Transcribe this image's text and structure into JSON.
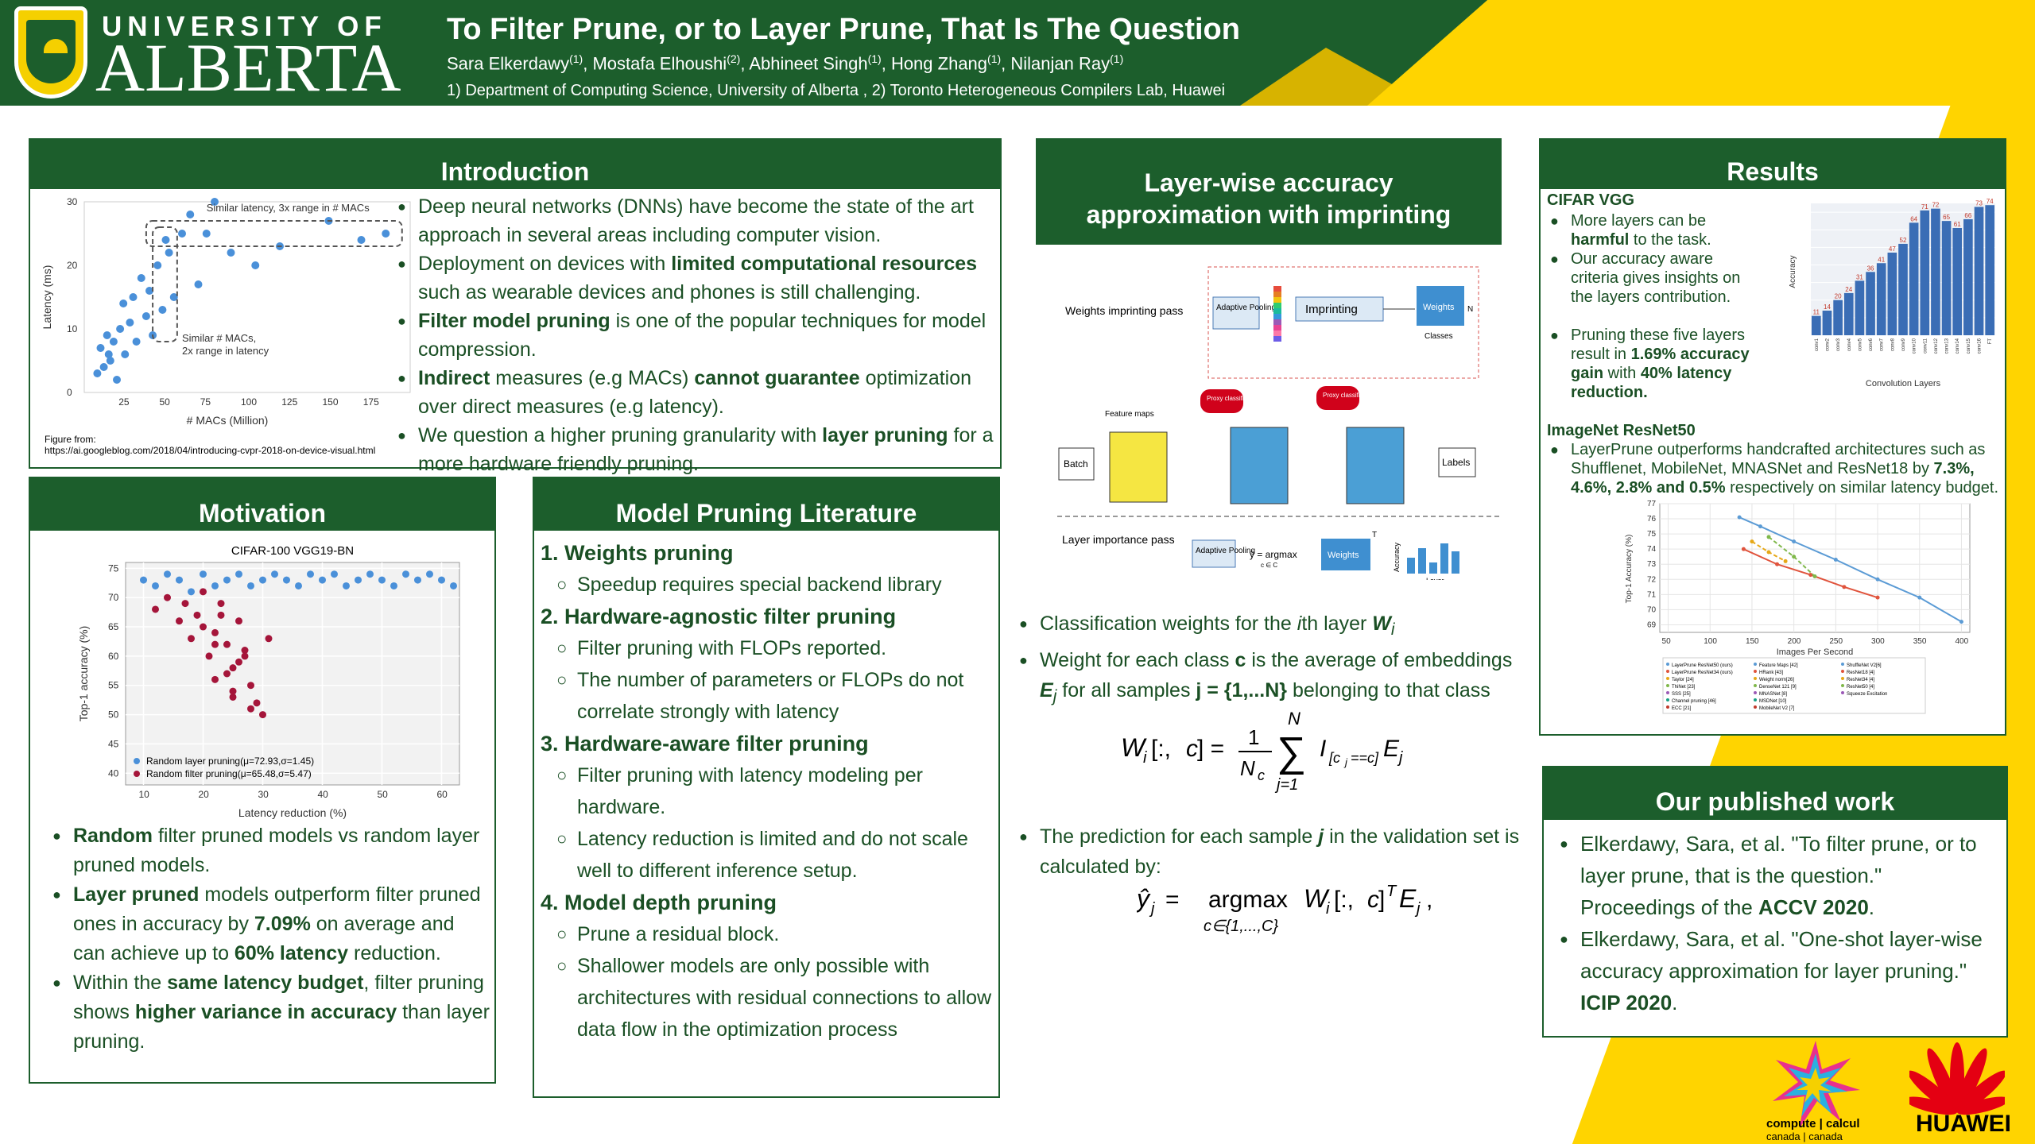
{
  "header": {
    "univ_top": "UNIVERSITY OF",
    "univ_bottom": "ALBERTA",
    "title": "To Filter Prune, or to Layer Prune, That Is The Question",
    "authors": [
      {
        "name": "Sara Elkerdawy",
        "sup": "(1)"
      },
      {
        "name": "Mostafa Elhoushi",
        "sup": "(2)"
      },
      {
        "name": "Abhineet Singh",
        "sup": "(1)"
      },
      {
        "name": "Hong Zhang",
        "sup": "(1)"
      },
      {
        "name": "Nilanjan Ray",
        "sup": "(1)"
      }
    ],
    "affiliations": "1) Department of Computing Science, University of Alberta , 2) Toronto Heterogeneous Compilers Lab, Huawei"
  },
  "intro": {
    "heading": "Introduction",
    "figure_source_label": "Figure from:",
    "figure_source_url": "https://ai.googleblog.com/2018/04/introducing-cvpr-2018-on-device-visual.html",
    "bullets": [
      {
        "t1": "Deep neural networks (DNNs) have become the state of the art approach in several areas including computer vision.",
        "b1": "",
        "t2": "",
        "b2": "",
        "t3": ""
      },
      {
        "t1": "Deployment on devices with ",
        "b1": "limited computational resources",
        "t2": " such as wearable devices and phones is still challenging.",
        "b2": "",
        "t3": ""
      },
      {
        "t1": "",
        "b1": "Filter model pruning",
        "t2": " is one of the popular techniques for model compression.",
        "b2": "",
        "t3": ""
      },
      {
        "t1": "",
        "b1": "Indirect",
        "t2": " measures (e.g MACs) ",
        "b2": "cannot guarantee",
        "t3": " optimization over direct measures (e.g latency)."
      },
      {
        "t1": "We question a higher pruning granularity with ",
        "b1": "layer pruning",
        "t2": " for a more hardware friendly pruning.",
        "b2": "",
        "t3": ""
      }
    ]
  },
  "motivation": {
    "heading": "Motivation",
    "bullets": [
      {
        "t1": "",
        "b1": "Random",
        "t2": " filter pruned models vs random layer pruned models.",
        "b2": "",
        "t3": "",
        "b3": "",
        "t4": ""
      },
      {
        "t1": "",
        "b1": "Layer pruned",
        "t2": " models outperform filter pruned ones in accuracy by ",
        "b2": "7.09%",
        "t3": " on average and can achieve up to ",
        "b3": "60% latency",
        "t4": " reduction."
      },
      {
        "t1": "Within the ",
        "b1": "same latency budget",
        "t2": ", filter pruning shows ",
        "b2": "higher variance in accuracy",
        "t3": " than layer pruning.",
        "b3": "",
        "t4": ""
      }
    ]
  },
  "literature": {
    "heading": "Model Pruning Literature",
    "sections": [
      {
        "title": "1. Weights pruning",
        "items": [
          "Speedup requires special backend library"
        ]
      },
      {
        "title": "2. Hardware-agnostic filter pruning",
        "items": [
          "Filter pruning with FLOPs reported.",
          "The number of parameters or FLOPs do not correlate strongly with latency"
        ]
      },
      {
        "title": "3. Hardware-aware filter pruning",
        "items": [
          "Filter pruning with latency modeling per hardware.",
          "Latency reduction is limited and do not scale well to different inference setup."
        ]
      },
      {
        "title": "4. Model depth pruning",
        "items": [
          "Prune a residual block.",
          "Shallower models are only possible with architectures with residual connections to allow data flow in the optimization process"
        ]
      }
    ]
  },
  "layerwise": {
    "heading_line1": "Layer-wise accuracy",
    "heading_line2": "approximation with imprinting",
    "diagram": {
      "imprinting_pass": "Weights imprinting pass",
      "importance_pass": "Layer importance pass",
      "adaptive_pooling": "Adaptive Pooling",
      "imprinting": "Imprinting",
      "weights": "Weights",
      "classes": "Classes",
      "n": "N",
      "t": "T",
      "proxy": "Proxy classifier",
      "feature_maps": "Feature maps",
      "batch": "Batch",
      "labels": "Labels",
      "layer": "Layer",
      "accuracy": "Accuracy",
      "argmax": "ŷ = argmax",
      "cinc": "c ∈ C"
    },
    "bullet1_pre": "Classification weights for the ",
    "bullet1_i": "i",
    "bullet1_mid": "th layer ",
    "bullet1_w": "W",
    "bullet1_sub": "i",
    "bullet2_pre": "Weight for each class ",
    "bullet2_c": "c",
    "bullet2_mid": " is the average of embeddings ",
    "bullet2_e": "E",
    "bullet2_esub": "j",
    "bullet2_mid2": " for all samples ",
    "bullet2_j": "j = {1,...N}",
    "bullet2_post": " belonging to that class",
    "bullet3_pre": "The prediction for each sample ",
    "bullet3_j": "j",
    "bullet3_post": " in the validation set is calculated by:"
  },
  "results": {
    "heading": "Results",
    "cifar_title": "CIFAR VGG",
    "cifar_bullets": [
      {
        "t1": "More layers can be ",
        "b1": "harmful",
        "t2": " to the task.",
        "b2": "",
        "t3": "",
        "b3": "",
        "t4": ""
      },
      {
        "t1": "Our accuracy aware criteria gives insights on the layers contribution.",
        "b1": "",
        "t2": "",
        "b2": "",
        "t3": "",
        "b3": "",
        "t4": ""
      },
      {
        "t1": "Pruning these five layers result in ",
        "b1": "1.69% accuracy gain",
        "t2": " with ",
        "b2": "40% latency reduction.",
        "t3": "",
        "b3": "",
        "t4": ""
      }
    ],
    "imagenet_title": "ImageNet ResNet50",
    "imagenet_bullet": {
      "t1": "LayerPrune outperforms handcrafted architectures such as Shufflenet, MobileNet, MNASNet and ResNet18 by ",
      "b1": "7.3%, 4.6%, 2.8% and 0.5%",
      "t2": " respectively on similar latency budget."
    }
  },
  "published": {
    "heading": "Our published work",
    "items": [
      {
        "t1": "Elkerdawy, Sara, et al. \"To filter prune, or to layer prune, that is the question.\" Proceedings of the ",
        "b1": "ACCV 2020",
        "t2": "."
      },
      {
        "t1": "Elkerdawy, Sara, et al. \"One-shot layer-wise accuracy approximation for layer pruning.\" ",
        "b1": "ICIP 2020",
        "t2": "."
      }
    ]
  },
  "logos": {
    "compute_canada": "compute | calcul",
    "canada": "canada | canada",
    "huawei": "HUAWEI"
  },
  "colors": {
    "green": "#1c5e2c",
    "yellow": "#ffd400",
    "blue": "#4a90d9",
    "red": "#a5153a",
    "bar": "#3a6db5"
  },
  "chart_data": [
    {
      "type": "scatter",
      "title": "",
      "xlabel": "# MACs (Million)",
      "ylabel": "Latency (ms)",
      "xlim": [
        0,
        200
      ],
      "ylim": [
        0,
        30
      ],
      "xticks": [
        25,
        50,
        75,
        100,
        125,
        150,
        175
      ],
      "yticks": [
        0,
        10,
        20,
        30
      ],
      "annotations": [
        "Similar latency, 3x range in # MACs",
        "Similar # MACs,\n2x range in latency"
      ],
      "series": [
        {
          "name": "",
          "x": [
            8,
            10,
            12,
            14,
            15,
            16,
            18,
            20,
            22,
            24,
            25,
            28,
            30,
            32,
            35,
            38,
            40,
            42,
            45,
            48,
            50,
            52,
            55,
            60,
            65,
            70,
            75,
            80,
            90,
            105,
            120,
            150,
            170,
            185
          ],
          "y": [
            3,
            7,
            4,
            9,
            6,
            5,
            8,
            2,
            10,
            14,
            6,
            11,
            15,
            8,
            18,
            12,
            16,
            9,
            20,
            13,
            24,
            22,
            15,
            25,
            28,
            17,
            25,
            30,
            22,
            20,
            23,
            27,
            24,
            25
          ]
        }
      ]
    },
    {
      "type": "scatter",
      "title": "CIFAR-100 VGG19-BN",
      "xlabel": "Latency reduction (%)",
      "ylabel": "Top-1 accuracy (%)",
      "xlim": [
        7,
        63
      ],
      "ylim": [
        38,
        76
      ],
      "xticks": [
        10,
        20,
        30,
        40,
        50,
        60
      ],
      "yticks": [
        40,
        45,
        50,
        55,
        60,
        65,
        70,
        75
      ],
      "legend_placement": "bottom-left",
      "series": [
        {
          "name": "Random layer pruning(μ=72.93,σ=1.45)",
          "x": [
            10,
            12,
            14,
            16,
            18,
            20,
            22,
            24,
            26,
            28,
            30,
            32,
            34,
            36,
            38,
            40,
            42,
            44,
            46,
            48,
            50,
            52,
            54,
            56,
            58,
            60,
            62
          ],
          "y": [
            73,
            72,
            74,
            73,
            71,
            74,
            72,
            73,
            74,
            72,
            73,
            74,
            73,
            72,
            74,
            73,
            74,
            72,
            73,
            74,
            73,
            72,
            74,
            73,
            74,
            73,
            72
          ]
        },
        {
          "name": "Random filter pruning(μ=65.48,σ=5.47)",
          "x": [
            12,
            14,
            16,
            17,
            18,
            19,
            20,
            21,
            22,
            22,
            23,
            24,
            25,
            25,
            26,
            27,
            28,
            29,
            30,
            31,
            20,
            22,
            24,
            26,
            28,
            23,
            25,
            27
          ],
          "y": [
            68,
            70,
            66,
            69,
            63,
            67,
            71,
            60,
            64,
            56,
            69,
            62,
            58,
            53,
            66,
            61,
            55,
            52,
            50,
            63,
            65,
            62,
            57,
            59,
            51,
            67,
            54,
            60
          ]
        }
      ]
    },
    {
      "type": "bar",
      "title": "",
      "xlabel": "Convolution Layers",
      "ylabel": "Accuracy",
      "ylim": [
        0,
        75
      ],
      "categories": [
        "conv1",
        "conv2",
        "conv3",
        "conv4",
        "conv5",
        "conv6",
        "conv7",
        "conv8",
        "conv9",
        "conv10",
        "conv11",
        "conv12",
        "conv13",
        "conv14",
        "conv15",
        "conv16",
        "FT"
      ],
      "values": [
        11,
        14,
        20,
        24,
        31,
        36,
        41,
        47,
        52,
        64,
        71,
        72,
        65,
        61,
        66,
        73,
        74
      ]
    },
    {
      "type": "line",
      "title": "",
      "xlabel": "Images Per Second",
      "ylabel": "Top-1 Accuracy (%)",
      "xlim": [
        40,
        410
      ],
      "ylim": [
        68.5,
        77
      ],
      "xticks": [
        50,
        100,
        150,
        200,
        250,
        300,
        350,
        400
      ],
      "yticks": [
        69,
        70,
        71,
        72,
        73,
        74,
        75,
        76,
        77
      ],
      "legend_placement": "bottom",
      "series": [
        {
          "name": "LayerPrune ResNet50 (ours)",
          "x": [
            135,
            160,
            200,
            250,
            300,
            350,
            400
          ],
          "y": [
            76.1,
            75.5,
            74.5,
            73.3,
            72,
            70.8,
            69.2
          ]
        },
        {
          "name": "LayerPrune ResNet34 (ours)",
          "x": [
            140,
            180,
            220,
            260,
            300
          ],
          "y": [
            74,
            73,
            72.3,
            71.5,
            70.8
          ]
        },
        {
          "name": "Taylor [24]",
          "x": [
            150,
            170,
            190
          ],
          "y": [
            74.5,
            73.8,
            73.2
          ]
        },
        {
          "name": "Channel pruning [46]",
          "x": [
            170,
            200,
            225
          ],
          "y": [
            74.8,
            73.5,
            72.2
          ]
        }
      ],
      "legend_entries": [
        "LayerPrune ResNet50 (ours)",
        "LayerPrune ResNet34 (ours)",
        "Taylor [24]",
        "ThiNet [23]",
        "SSS [25]",
        "Channel pruning [46]",
        "ECC [21]",
        "Feature Maps [42]",
        "HRank [43]",
        "Weight norm[26]",
        "DenseNet 121 [9]",
        "MNASNet [8]",
        "MSDNet [10]",
        "MobileNet V2 [7]",
        "ShuffleNet V2[6]",
        "ResNet18 [4]",
        "ResNet34 [4]",
        "ResNet50 [4]",
        "Squeeze Excitation"
      ]
    }
  ]
}
